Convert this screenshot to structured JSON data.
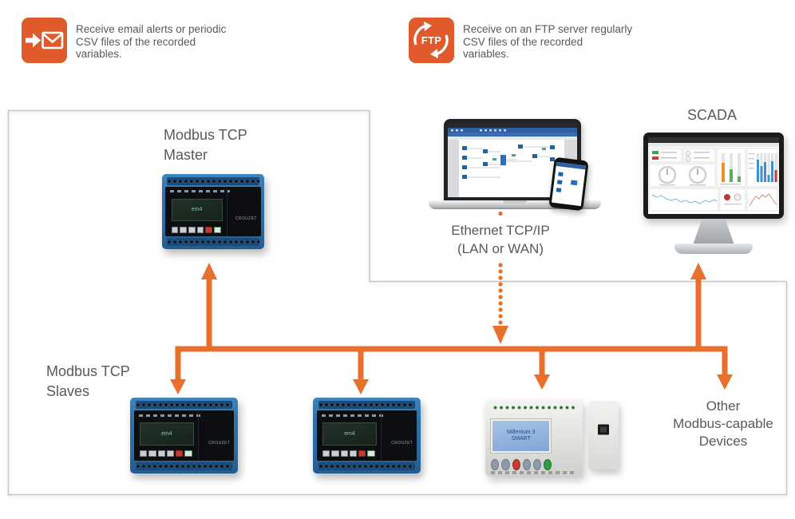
{
  "colors": {
    "accent_orange": "#E05A2B",
    "connector_orange": "#E8702C",
    "label_gray": "#58595B",
    "box_border": "#C7C7C7"
  },
  "notes": {
    "email": {
      "icon": "email-alert-icon",
      "lines": [
        "Receive email alerts or periodic",
        "CSV files of the recorded",
        "variables."
      ]
    },
    "ftp": {
      "icon": "ftp-sync-icon",
      "badge": "FTP",
      "lines": [
        "Receive on an FTP server regularly",
        "CSV files of the recorded",
        "variables."
      ]
    }
  },
  "labels": {
    "master": {
      "lines": [
        "Modbus TCP",
        "Master"
      ]
    },
    "slaves": {
      "lines": [
        "Modbus TCP",
        "Slaves"
      ]
    },
    "ethernet": {
      "lines": [
        "Ethernet TCP/IP",
        "(LAN or WAN)"
      ]
    },
    "scada": "SCADA",
    "other": {
      "lines": [
        "Other",
        "Modbus-capable",
        "Devices"
      ]
    }
  },
  "devices": {
    "em4": {
      "brand": "CROUZET",
      "lcd": "em4"
    },
    "millenium": {
      "screen_lines": [
        "Millenium 3",
        "SMART"
      ]
    }
  }
}
